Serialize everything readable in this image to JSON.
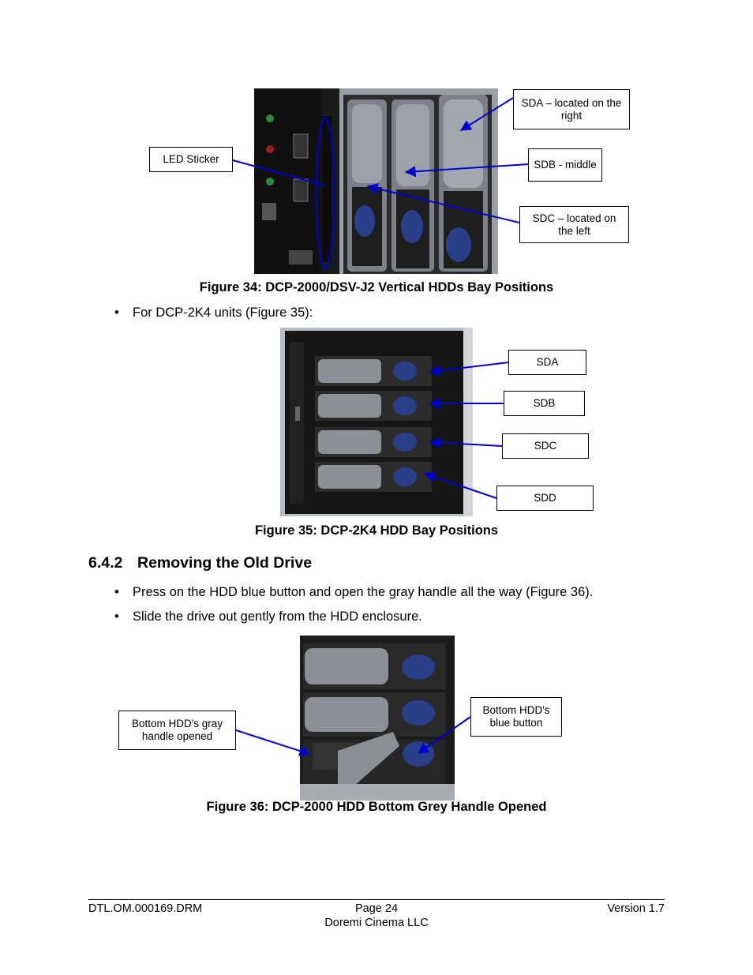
{
  "figure34": {
    "caption": "Figure 34: DCP-2000/DSV-J2 Vertical HDDs Bay Positions",
    "callouts": {
      "sda": "SDA – located on the right",
      "sdb": "SDB - middle",
      "sdc": "SDC – located on the left",
      "led": "LED Sticker"
    }
  },
  "bullet1": "For DCP-2K4 units (Figure 35):",
  "figure35": {
    "caption": "Figure 35: DCP-2K4 HDD Bay Positions",
    "callouts": {
      "sda": "SDA",
      "sdb": "SDB",
      "sdc": "SDC",
      "sdd": "SDD"
    }
  },
  "section": {
    "number": "6.4.2",
    "title": "Removing the Old Drive"
  },
  "bullets": [
    "Press on the HDD blue button and open the gray handle all the way (Figure 36).",
    "Slide the drive out gently from the HDD enclosure."
  ],
  "figure36": {
    "caption": "Figure 36: DCP-2000 HDD Bottom Grey Handle Opened",
    "callouts": {
      "gray_handle": "Bottom HDD's gray handle  opened",
      "blue_button": "Bottom HDD's blue button"
    }
  },
  "footer": {
    "doc_id": "DTL.OM.000169.DRM",
    "page": "Page 24",
    "company": "Doremi Cinema LLC",
    "version": "Version 1.7"
  },
  "colors": {
    "arrow": "#0000cc",
    "hdd_blue": "#2a3f8a",
    "handle_gray": "#8c8f96"
  }
}
